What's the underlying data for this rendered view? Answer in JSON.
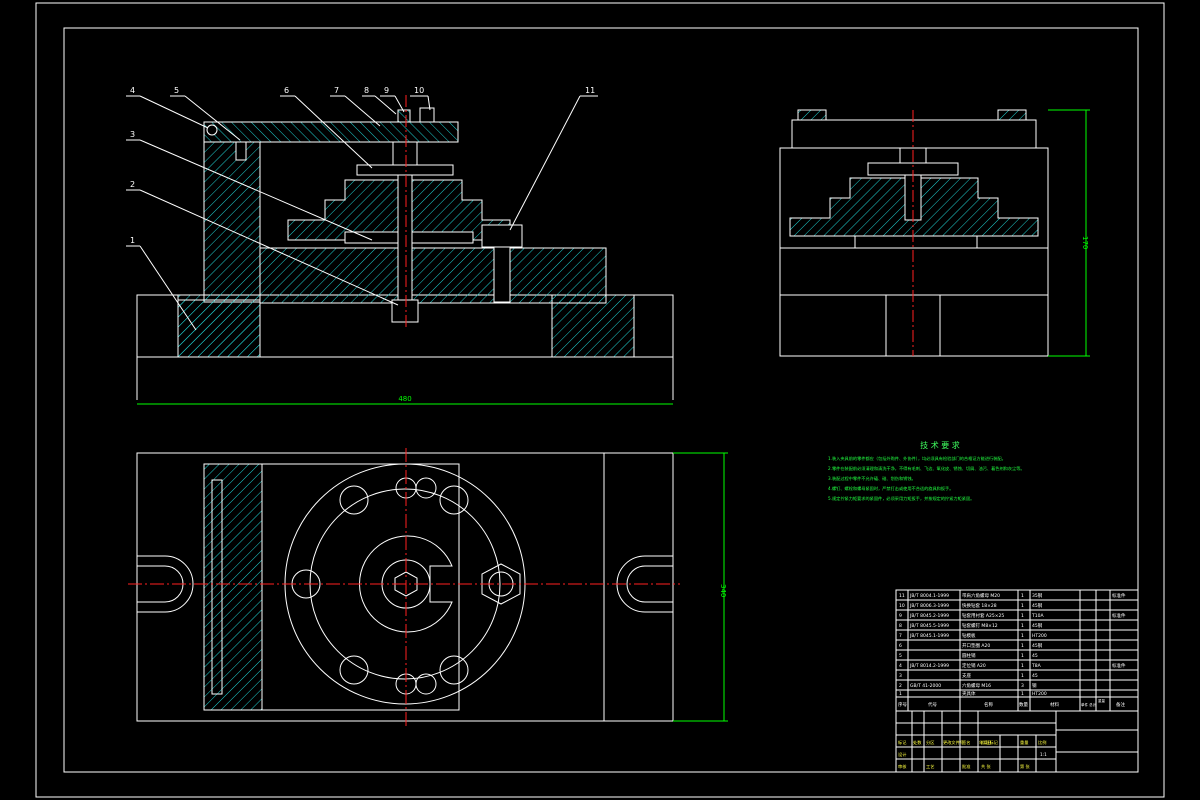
{
  "colors": {
    "background": "#000000",
    "lines": "#ffffff",
    "centerline": "#ff2020",
    "dimension": "#00ff00",
    "hatch": "#1fd0d0",
    "note_text": "#20ff40",
    "note_title": "#3fff5f",
    "table_text": "#ffffff",
    "table_yellow": "#ffff40"
  },
  "front_view": {
    "callouts": [
      "4",
      "5",
      "6",
      "7",
      "8",
      "9",
      "10",
      "11",
      "3",
      "2",
      "1"
    ],
    "overall_dim": "480"
  },
  "side_view": {
    "height_dim": "170"
  },
  "top_view": {
    "width_dim": "340"
  },
  "tech_notes": {
    "title": "技 术 要 求",
    "lines": [
      "1.装入夹具前的零件都应（包括外购件、外协件），均必须具有检验部门的合格证方能进行装配。",
      "2.零件在装配前必须清理和清洗干净，不得有毛刺、飞边、氧化皮、锈蚀、切屑、油污、着色剂和灰尘等。",
      "3.装配过程中零件不允许磕、碰、划伤和锈蚀。",
      "4.螺钉、螺栓和螺母紧固时，严禁打击或使用不合适的旋具和扳手。",
      "5.规定拧紧力矩要求的紧固件，必须采用力矩扳手，并按规定的拧紧力矩紧固。"
    ]
  },
  "parts_table": {
    "header": {
      "no": "序号",
      "code": "代号",
      "name": "名称",
      "qty": "数量",
      "material": "材料",
      "unit_total": "单件 总计",
      "weight": "重量",
      "remark": "备注"
    },
    "rows": [
      {
        "no": "11",
        "code": "JB/T 8004.1-1999",
        "name": "带肩六角螺母 M20",
        "qty": "1",
        "material": "35钢",
        "remark": "标准件"
      },
      {
        "no": "10",
        "code": "JB/T 8006.3-1999",
        "name": "快换钻套 18×28",
        "qty": "1",
        "material": "45钢",
        "remark": ""
      },
      {
        "no": "9",
        "code": "JB/T 8045.2-1999",
        "name": "钻套用衬套 A25×25",
        "qty": "1",
        "material": "T10A",
        "remark": "标准件"
      },
      {
        "no": "8",
        "code": "JB/T 8045.5-1999",
        "name": "钻套螺钉 M8×12",
        "qty": "1",
        "material": "45钢",
        "remark": ""
      },
      {
        "no": "7",
        "code": "JB/T 8045.1-1999",
        "name": "钻模板",
        "qty": "1",
        "material": "HT200",
        "remark": ""
      },
      {
        "no": "6",
        "code": "",
        "name": "开口垫圈 A20",
        "qty": "1",
        "material": "45钢",
        "remark": ""
      },
      {
        "no": "5",
        "code": "",
        "name": "圆柱销",
        "qty": "1",
        "material": "45",
        "remark": ""
      },
      {
        "no": "4",
        "code": "JB/T 8014.2-1999",
        "name": "定位销 A20",
        "qty": "1",
        "material": "T8A",
        "remark": "标准件"
      },
      {
        "no": "3",
        "code": "",
        "name": "支座",
        "qty": "1",
        "material": "45",
        "remark": ""
      },
      {
        "no": "2",
        "code": "GB/T 41-2000",
        "name": "六角螺母 M16",
        "qty": "3",
        "material": "钢",
        "remark": ""
      },
      {
        "no": "1",
        "code": "",
        "name": "夹具体",
        "qty": "1",
        "material": "HT200",
        "remark": ""
      }
    ]
  },
  "title_block": {
    "labels": [
      "标记",
      "处数",
      "分区",
      "更改文件号",
      "签名",
      "年月日",
      "设计",
      "审核",
      "工艺",
      "批准",
      "阶段标记",
      "重量",
      "比例",
      "1:1",
      "共 张",
      "第 张"
    ]
  }
}
